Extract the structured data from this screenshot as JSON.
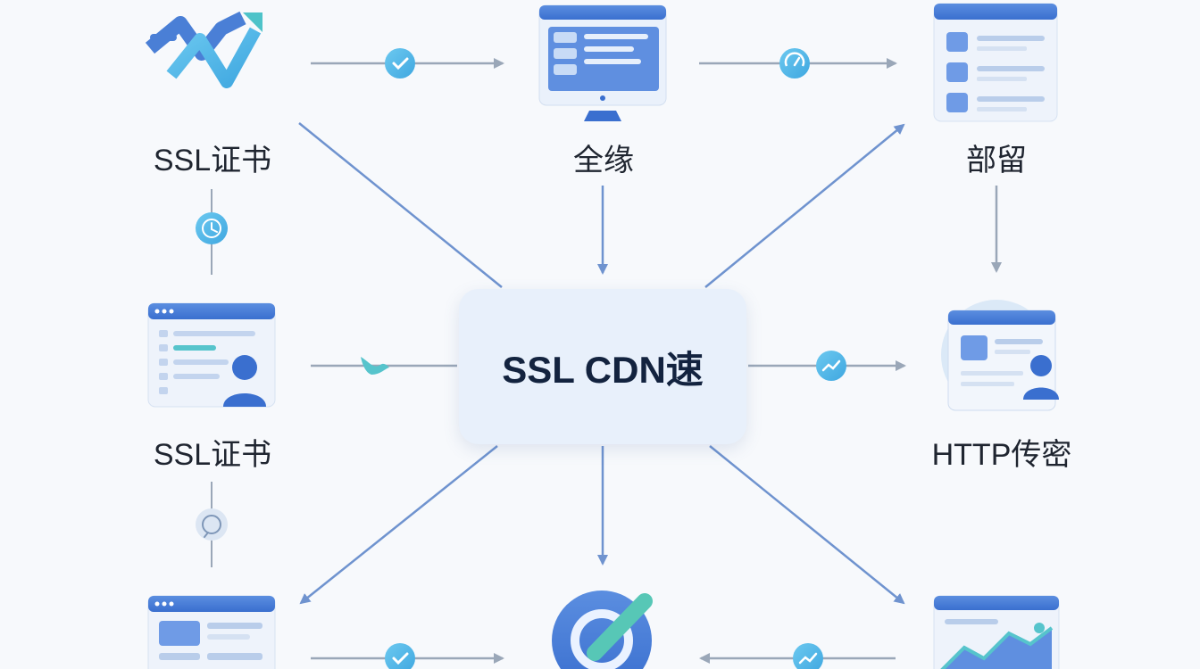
{
  "center": {
    "title": "SSL CDN速"
  },
  "nodes": {
    "top_left": {
      "label": "SSL证书",
      "icon": "growth-chart-icon"
    },
    "top_center": {
      "label": "全缘",
      "icon": "monitor-icon"
    },
    "top_right": {
      "label": "部留",
      "icon": "document-list-icon"
    },
    "mid_left": {
      "label": "SSL证书",
      "icon": "user-profile-window-icon"
    },
    "mid_right": {
      "label": "HTTP传密",
      "icon": "user-card-window-icon"
    },
    "bottom_left": {
      "label": "",
      "icon": "layout-window-icon"
    },
    "bottom_center": {
      "label": "",
      "icon": "search-magnifier-icon"
    },
    "bottom_right": {
      "label": "",
      "icon": "analytics-window-icon"
    }
  },
  "connector_icons": [
    "check-icon",
    "gauge-icon",
    "clock-icon",
    "bird-icon",
    "trend-icon",
    "chat-icon",
    "check-icon",
    "trend-icon"
  ],
  "colors": {
    "arrow": "#6f93cf",
    "arrow_gray": "#9aa7b8",
    "accent_blue": "#4a7fd6",
    "accent_teal": "#4ec3c9",
    "center_box": "#e8f0fb"
  }
}
